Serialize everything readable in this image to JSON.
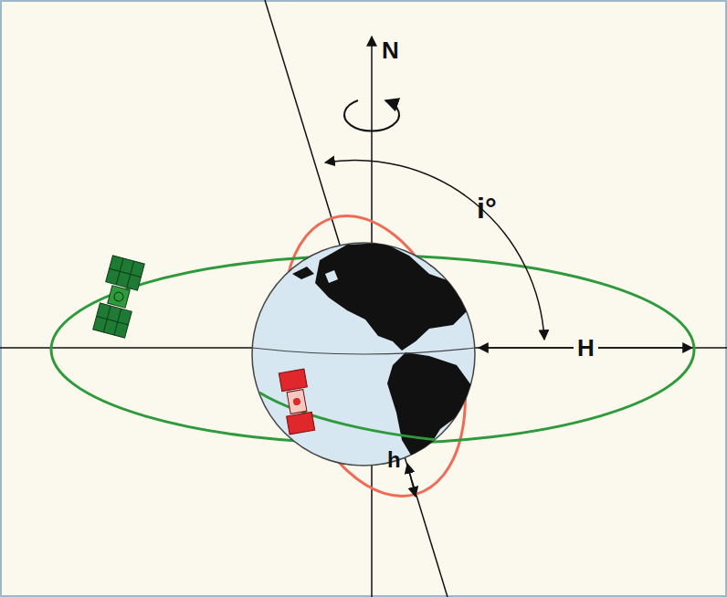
{
  "diagram": {
    "labels": [
      "N",
      "i°",
      "H",
      "h"
    ]
  }
}
